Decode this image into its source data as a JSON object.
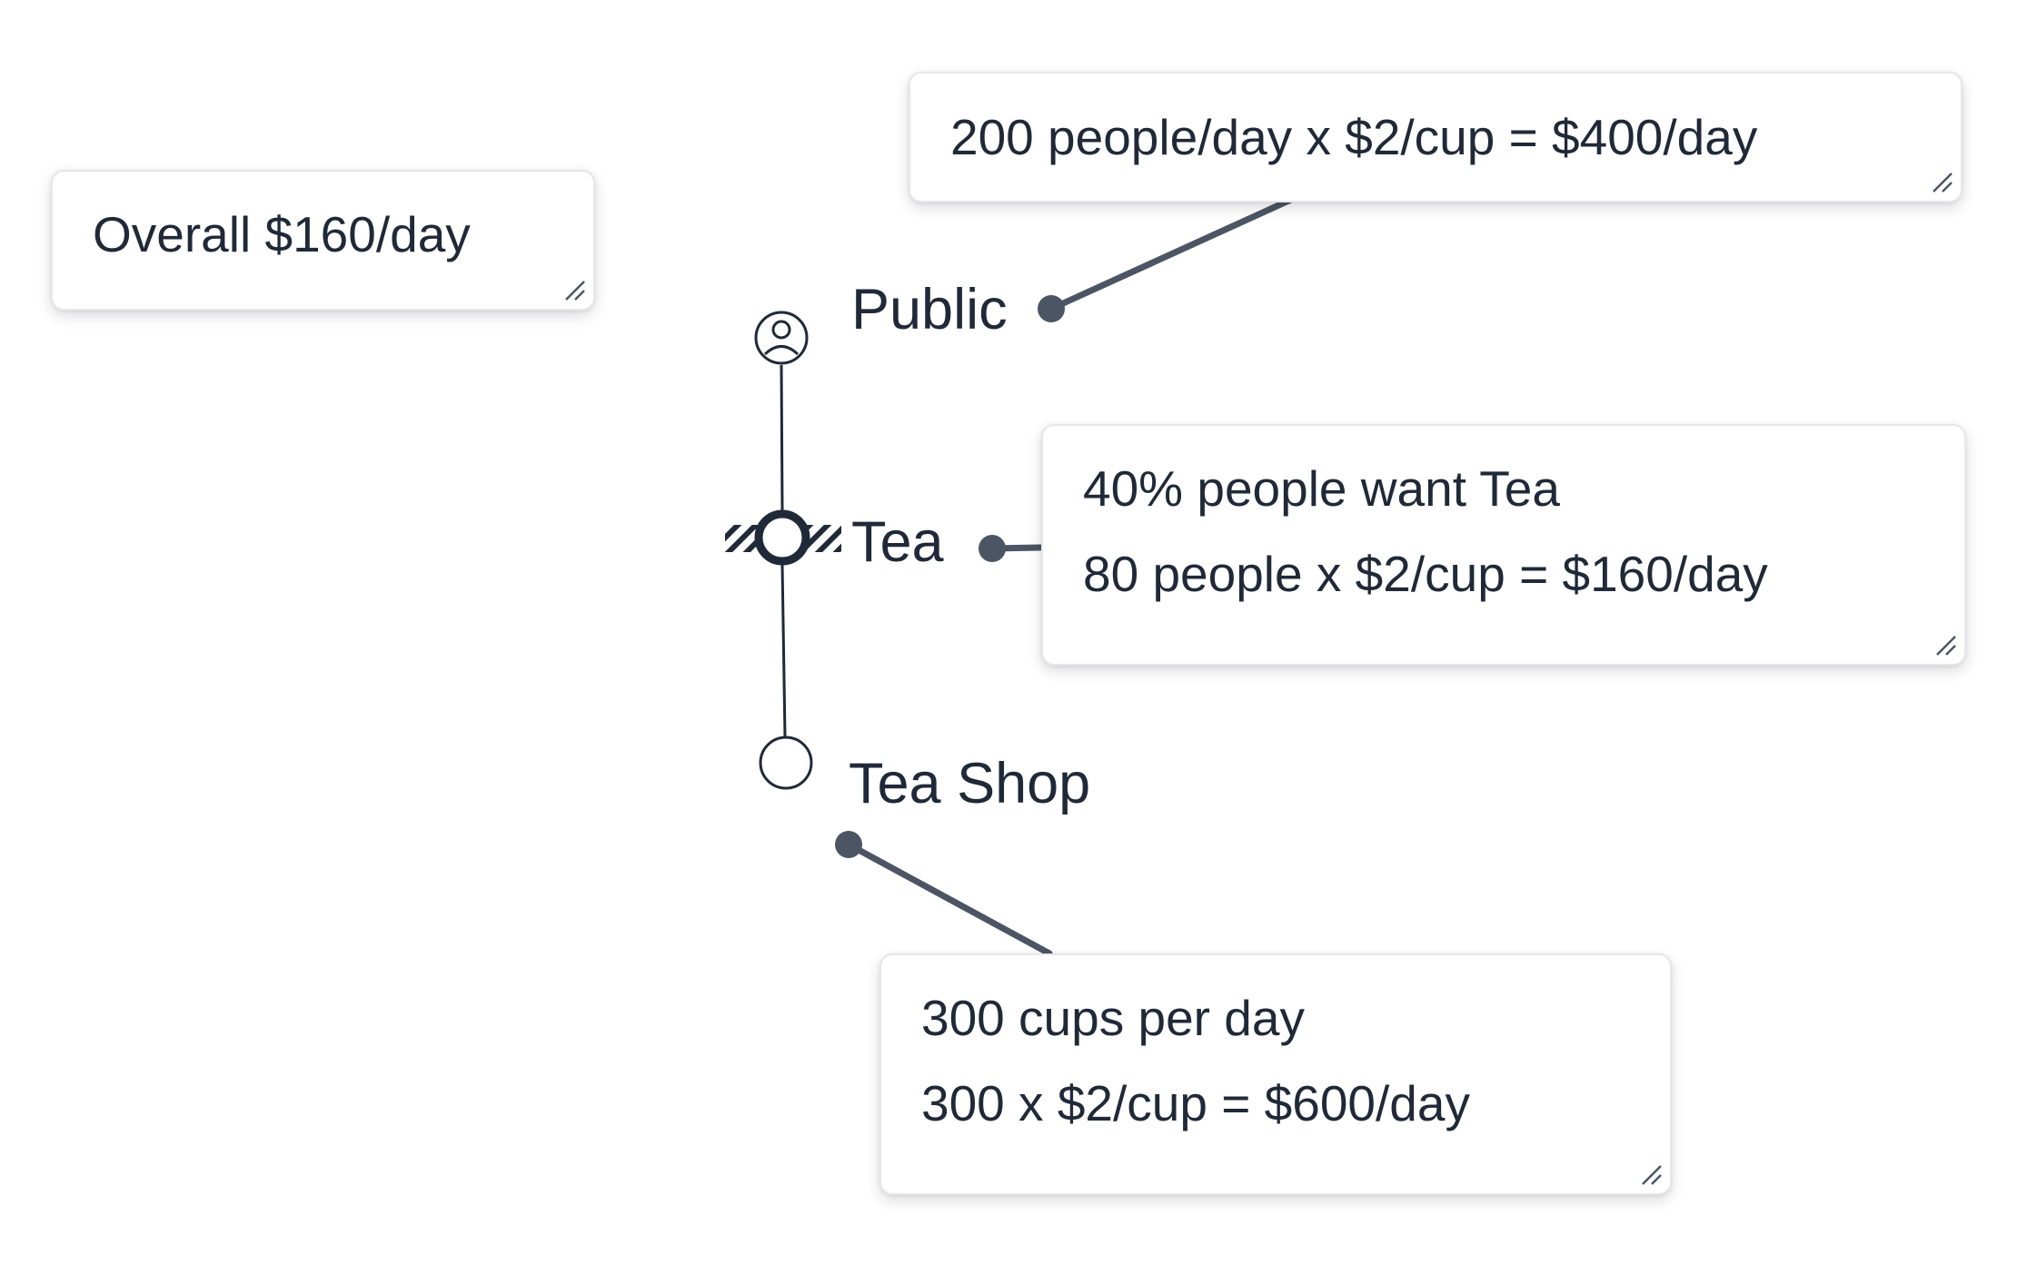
{
  "notes": {
    "overall": {
      "text": "Overall $160/day"
    },
    "public_note": {
      "text": "200 people/day x $2/cup = $400/day"
    },
    "tea_note": {
      "line1": "40% people want Tea",
      "line2": "80 people x $2/cup = $160/day"
    },
    "shop_note": {
      "line1": "300 cups per day",
      "line2": "300 x $2/cup = $600/day"
    }
  },
  "nodes": {
    "public": {
      "label": "Public",
      "icon": "person-icon"
    },
    "tea": {
      "label": "Tea",
      "icon": "selected-node-icon"
    },
    "tea_shop": {
      "label": "Tea Shop",
      "icon": "circle-node-icon"
    }
  },
  "colors": {
    "connector": "#4b5563",
    "text": "#1f2937",
    "border": "#e5e7eb"
  }
}
